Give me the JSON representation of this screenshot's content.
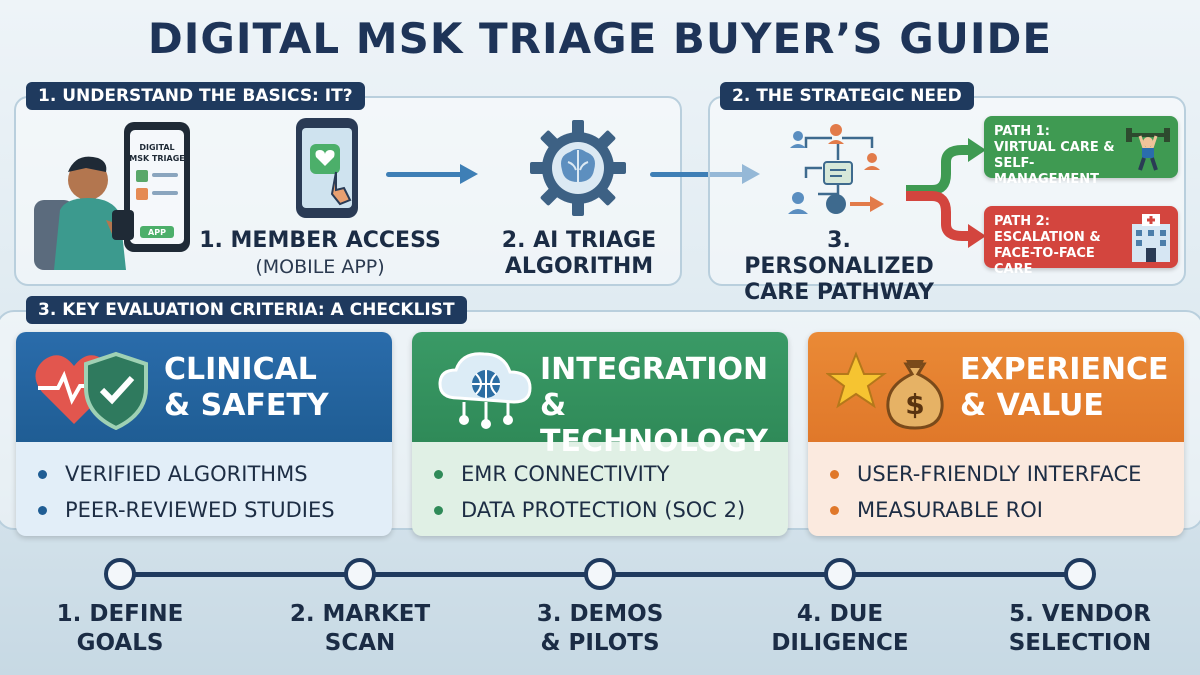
{
  "title": "DIGITAL MSK TRIAGE BUYER’S GUIDE",
  "section1": {
    "label": "1. UNDERSTAND THE BASICS: IT?",
    "phone_text": "DIGITAL MSK TRIAGE",
    "phone_button": "APP",
    "step1": {
      "title": "1. MEMBER ACCESS",
      "sub": "(MOBILE APP)"
    },
    "step2": {
      "title": "2. AI TRIAGE ALGORITHM"
    }
  },
  "section2": {
    "label": "2. THE STRATEGIC NEED",
    "step3": {
      "title": "3. PERSONALIZED CARE PATHWAY"
    },
    "path1": {
      "title": "PATH 1:",
      "text": "VIRTUAL CARE & SELF-MANAGEMENT"
    },
    "path2": {
      "title": "PATH 2:",
      "text": "ESCALATION & FACE-TO-FACE CARE"
    }
  },
  "section3": {
    "label": "3. KEY EVALUATION CRITERIA: A CHECKLIST",
    "cards": [
      {
        "title_line1": "CLINICAL",
        "title_line2": "& SAFETY",
        "bullets": [
          "VERIFIED ALGORITHMS",
          "PEER-REVIEWED STUDIES"
        ]
      },
      {
        "title_line1": "INTEGRATION",
        "title_line2": "& TECHNOLOGY",
        "bullets": [
          "EMR CONNECTIVITY",
          "DATA PROTECTION (SOC 2)"
        ]
      },
      {
        "title_line1": "EXPERIENCE",
        "title_line2": "& VALUE",
        "bullets": [
          "USER-FRIENDLY INTERFACE",
          "MEASURABLE ROI"
        ]
      }
    ]
  },
  "timeline": [
    {
      "line1": "1. DEFINE",
      "line2": "GOALS"
    },
    {
      "line1": "2. MARKET",
      "line2": "SCAN"
    },
    {
      "line1": "3. DEMOS",
      "line2": "& PILOTS"
    },
    {
      "line1": "4. DUE",
      "line2": "DILIGENCE"
    },
    {
      "line1": "5. VENDOR",
      "line2": "SELECTION"
    }
  ],
  "colors": {
    "navy": "#1f3a5e",
    "clinical": "#1f5d94",
    "integration": "#2f8a58",
    "experience": "#e0782a",
    "path1": "#3f9a52",
    "path2": "#d3453e"
  }
}
